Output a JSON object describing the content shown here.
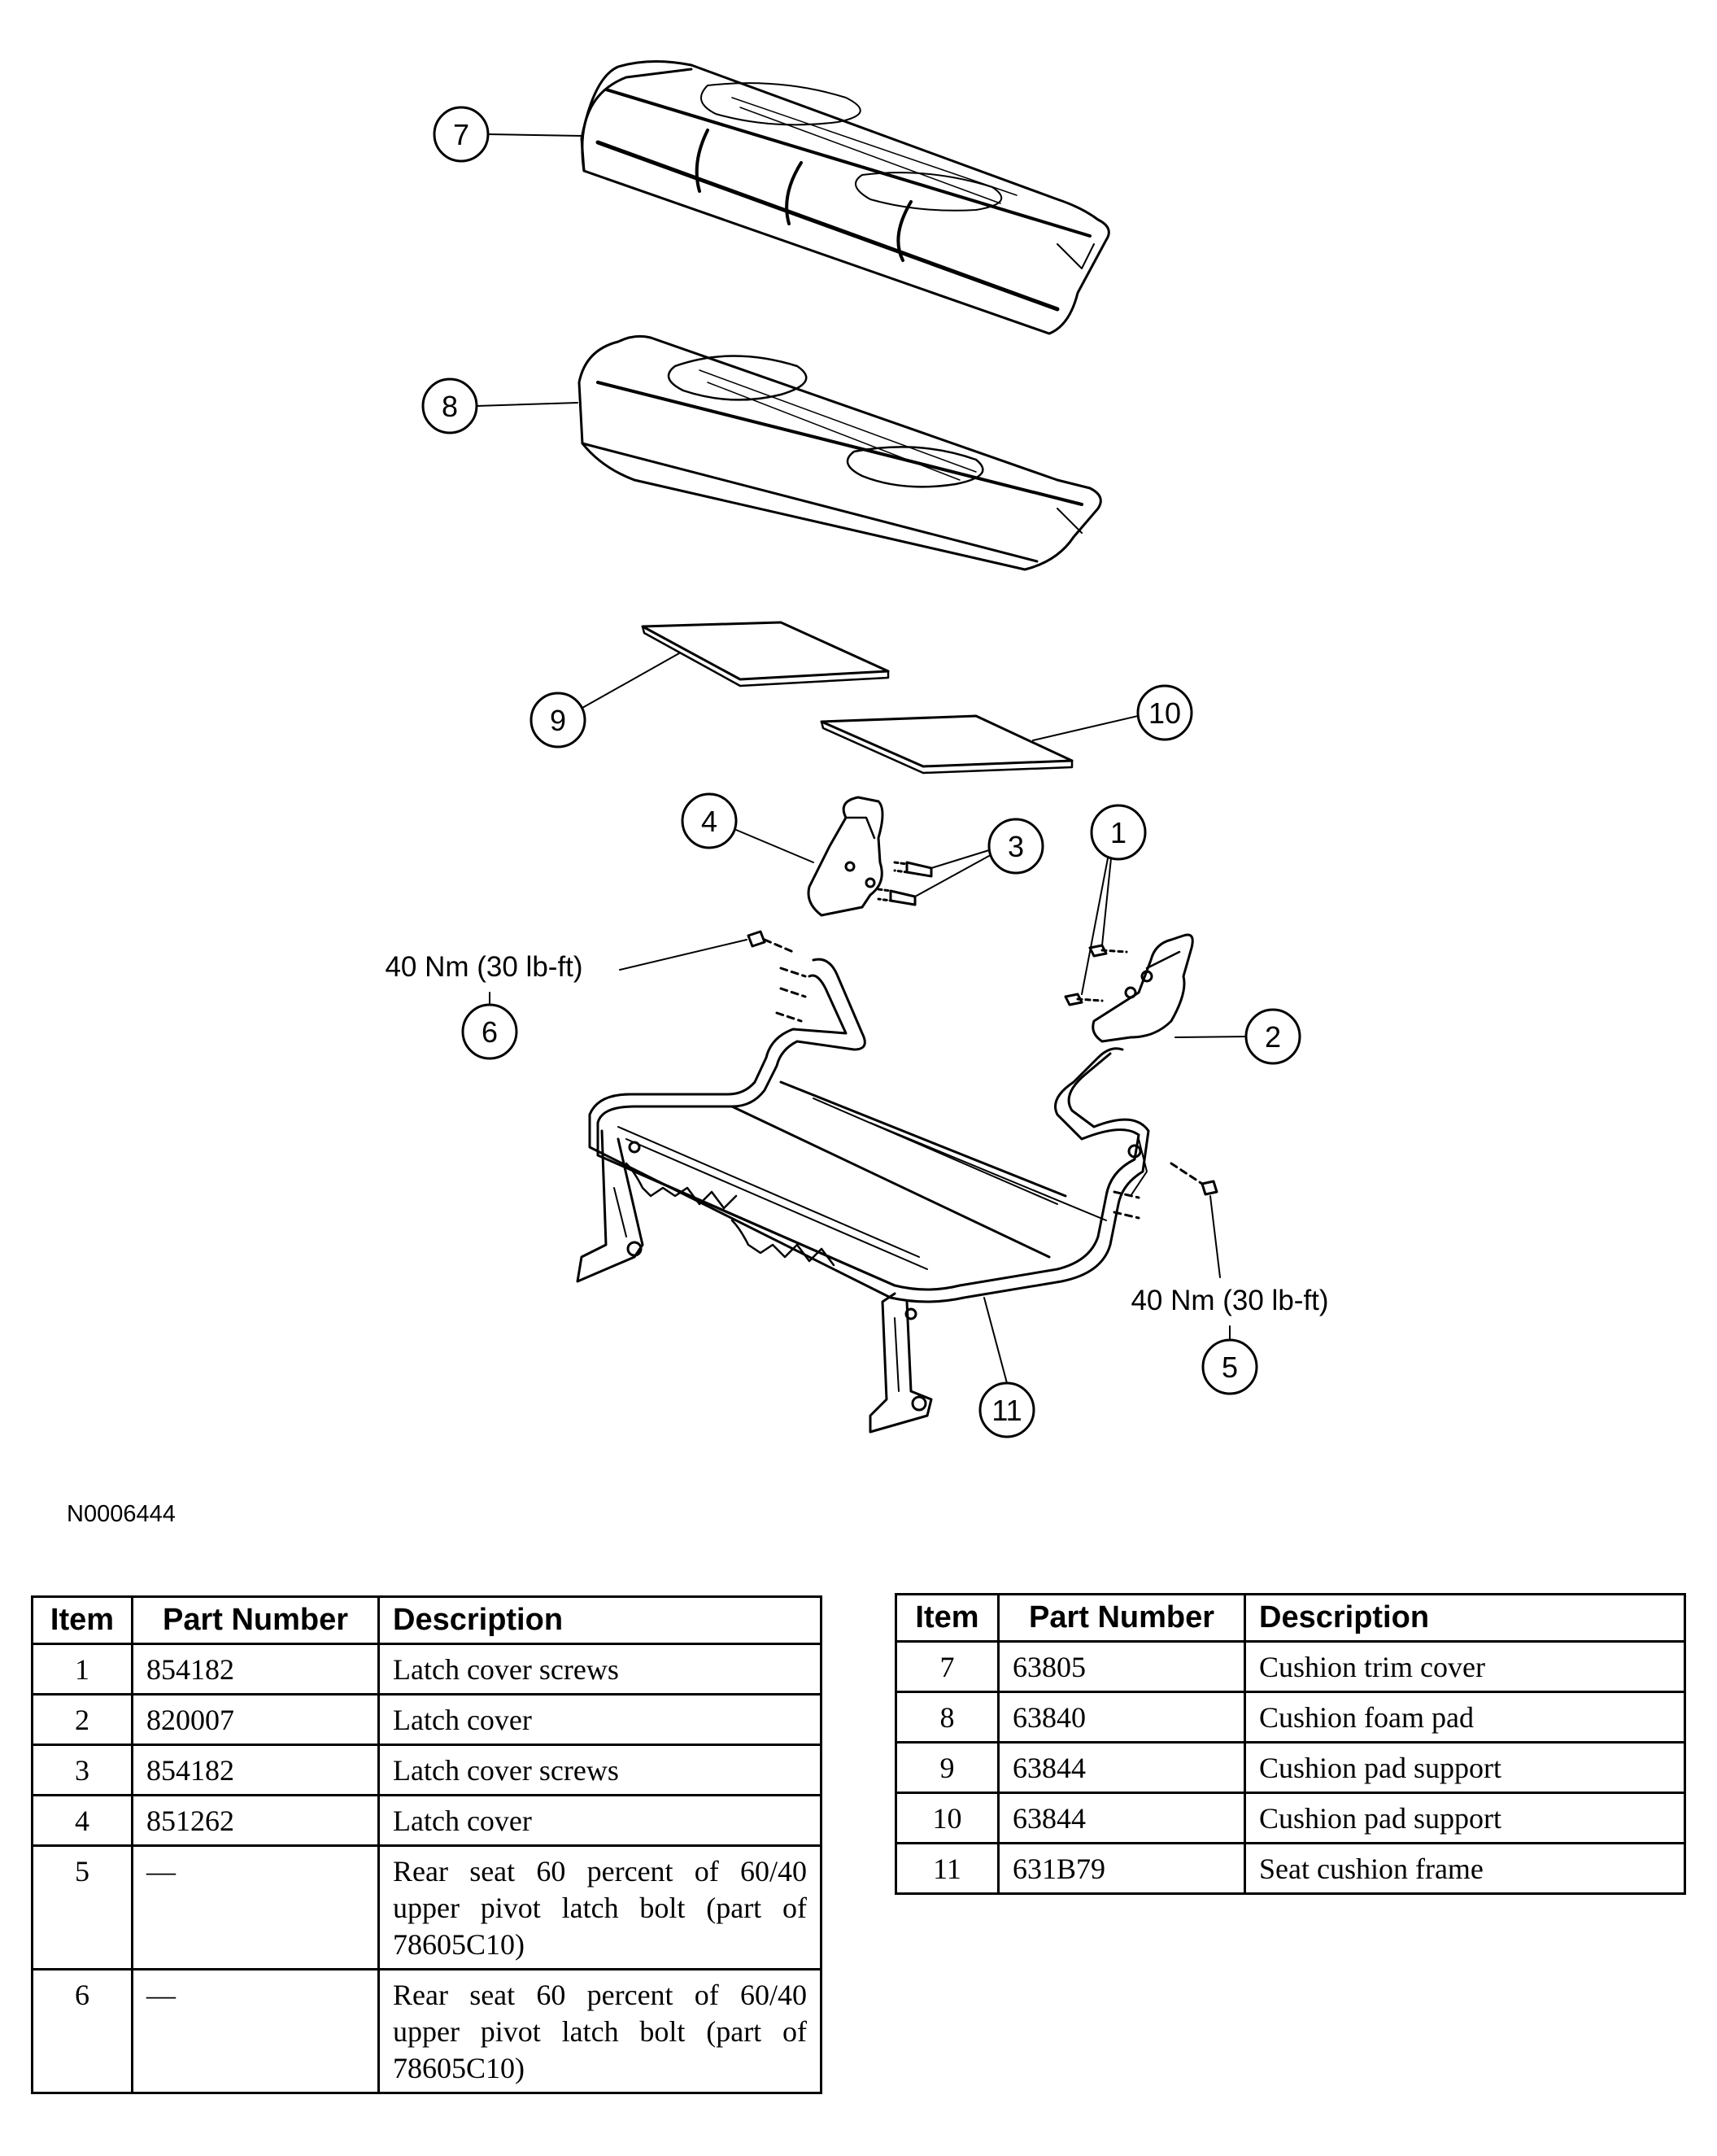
{
  "diagram": {
    "figure_id": "N0006444",
    "callouts": [
      "1",
      "2",
      "3",
      "4",
      "5",
      "6",
      "7",
      "8",
      "9",
      "10",
      "11"
    ],
    "torque_left": "40 Nm (30 lb-ft)",
    "torque_right": "40 Nm (30 lb-ft)"
  },
  "table_left": {
    "headers": {
      "item": "Item",
      "part_number": "Part Number",
      "description": "Description"
    },
    "rows": [
      {
        "item": "1",
        "part_number": "854182",
        "description": "Latch cover screws"
      },
      {
        "item": "2",
        "part_number": "820007",
        "description": "Latch cover"
      },
      {
        "item": "3",
        "part_number": "854182",
        "description": "Latch cover screws"
      },
      {
        "item": "4",
        "part_number": "851262",
        "description": "Latch cover"
      },
      {
        "item": "5",
        "part_number": "—",
        "description": "Rear seat 60 percent of 60/40 upper pivot latch bolt (part of 78605C10)"
      },
      {
        "item": "6",
        "part_number": "—",
        "description": "Rear seat 60 percent of 60/40 upper pivot latch bolt (part of 78605C10)"
      }
    ]
  },
  "table_right": {
    "headers": {
      "item": "Item",
      "part_number": "Part Number",
      "description": "Description"
    },
    "rows": [
      {
        "item": "7",
        "part_number": "63805",
        "description": "Cushion trim cover"
      },
      {
        "item": "8",
        "part_number": "63840",
        "description": "Cushion foam pad"
      },
      {
        "item": "9",
        "part_number": "63844",
        "description": "Cushion pad support"
      },
      {
        "item": "10",
        "part_number": "63844",
        "description": "Cushion pad support"
      },
      {
        "item": "11",
        "part_number": "631B79",
        "description": "Seat cushion frame"
      }
    ]
  }
}
